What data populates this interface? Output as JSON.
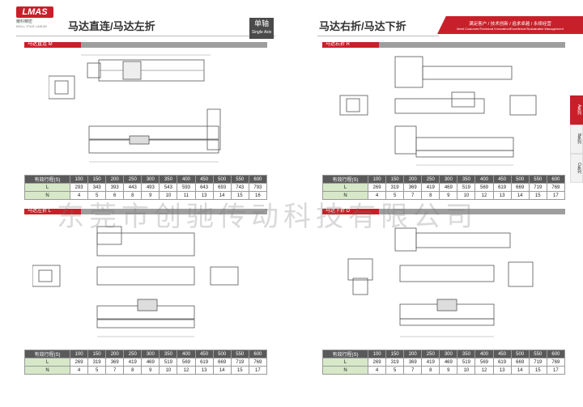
{
  "logo": {
    "mark": "LMAS",
    "sub": "耀科精密",
    "tiny": "BRILL STAR LINEAR"
  },
  "left_header": {
    "title": "马达直连/马达左折"
  },
  "right_header": {
    "title": "马达右折/马达下折"
  },
  "badge": {
    "cn": "单轴",
    "en": "Single Axis"
  },
  "slogan": {
    "cn": "满足客户 / 技术创新 / 追求卓越 / 永续经营",
    "en": "Meet Customer/Technical Innovation/Excellence/Sustainable Management"
  },
  "sections": {
    "motor_direct": "马达直连  M",
    "motor_left": "马达左折  L",
    "motor_right": "马达右折  R",
    "motor_down": "马达下折  D"
  },
  "sidebar": [
    {
      "label": "A系列",
      "active": true
    },
    {
      "label": "B系列",
      "active": false
    },
    {
      "label": "C系列",
      "active": false
    }
  ],
  "watermark": "东莞市创驰传动科技有限公司",
  "tables": {
    "top_left": {
      "header": [
        "有效行程(S)",
        "100",
        "150",
        "200",
        "250",
        "300",
        "350",
        "400",
        "450",
        "500",
        "550",
        "600"
      ],
      "L": [
        "L",
        "293",
        "343",
        "393",
        "443",
        "493",
        "543",
        "593",
        "643",
        "693",
        "743",
        "793"
      ],
      "N": [
        "N",
        "4",
        "5",
        "6",
        "8",
        "9",
        "10",
        "11",
        "13",
        "14",
        "15",
        "16"
      ]
    },
    "bottom_left": {
      "header": [
        "有效行程(S)",
        "100",
        "150",
        "200",
        "250",
        "300",
        "350",
        "400",
        "450",
        "500",
        "550",
        "600"
      ],
      "L": [
        "L",
        "269",
        "319",
        "369",
        "419",
        "469",
        "519",
        "569",
        "619",
        "669",
        "719",
        "769"
      ],
      "N": [
        "N",
        "4",
        "5",
        "7",
        "8",
        "9",
        "10",
        "12",
        "13",
        "14",
        "15",
        "17"
      ]
    },
    "top_right": {
      "header": [
        "有效行程(S)",
        "100",
        "150",
        "200",
        "250",
        "300",
        "350",
        "400",
        "450",
        "500",
        "550",
        "600"
      ],
      "L": [
        "L",
        "269",
        "319",
        "369",
        "419",
        "469",
        "519",
        "569",
        "619",
        "669",
        "719",
        "769"
      ],
      "N": [
        "N",
        "4",
        "5",
        "7",
        "8",
        "9",
        "10",
        "12",
        "13",
        "14",
        "15",
        "17"
      ]
    },
    "bottom_right": {
      "header": [
        "有效行程(S)",
        "100",
        "150",
        "200",
        "250",
        "300",
        "350",
        "400",
        "450",
        "500",
        "550",
        "600"
      ],
      "L": [
        "L",
        "269",
        "319",
        "369",
        "419",
        "469",
        "519",
        "569",
        "619",
        "669",
        "719",
        "769"
      ],
      "N": [
        "N",
        "4",
        "5",
        "7",
        "8",
        "9",
        "10",
        "12",
        "13",
        "14",
        "15",
        "17"
      ]
    }
  }
}
